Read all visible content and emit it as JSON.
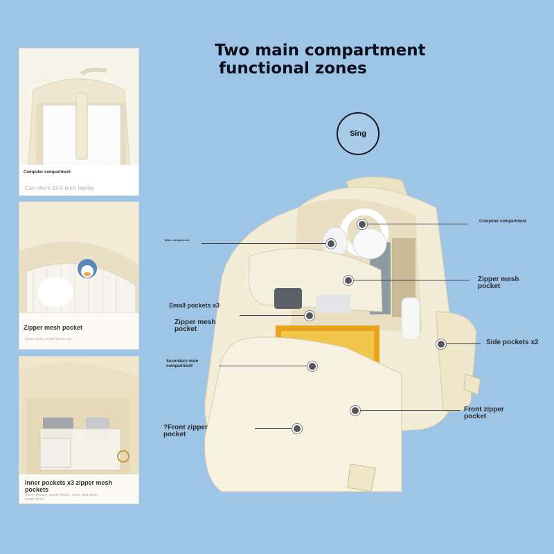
{
  "title": {
    "line1": "Two main compartment",
    "line2": "functional zones"
  },
  "badge": {
    "label": "Sing"
  },
  "panels": [
    {
      "label": "Computer compartment",
      "sub": "Can store 15.6-inch laptop"
    },
    {
      "label": "Zipper mesh pocket",
      "sub": "Store notes, small items, etc."
    },
    {
      "label": "Inner pockets x3 zipper mesh pockets",
      "sub": "Store phones, power banks, pens, and other small items"
    }
  ],
  "callouts": {
    "computer_compartment": "Computer compartment",
    "main_compartment": "Main compartment",
    "zipper_mesh_pocket_right": "Zipper mesh pocket",
    "small_pockets": "Small pockets x3",
    "zipper_mesh_pocket_left": "Zipper mesh pocket",
    "side_pockets": "Side pockets x2",
    "secondary_main": "Secondary main compartment",
    "front_zipper_right": "Front zipper pocket",
    "front_zipper_left": "?Front zipper pocket"
  },
  "colors": {
    "background": "#9fc5e6",
    "backpack": "#f3ecd6",
    "panel": "#fbfaf4"
  }
}
